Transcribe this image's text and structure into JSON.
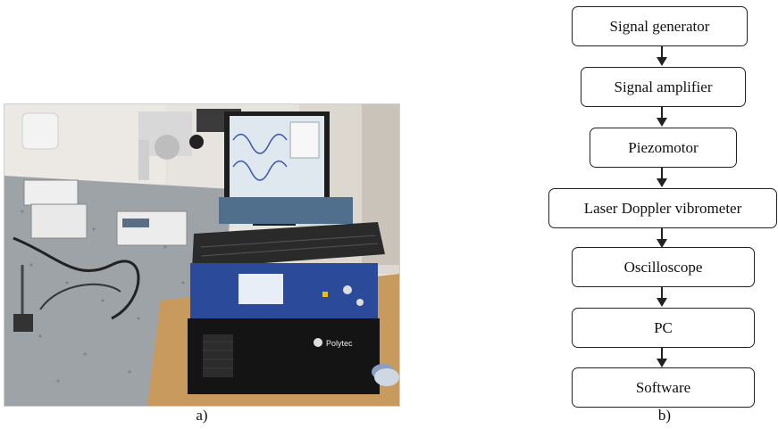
{
  "captions": {
    "a": "a)",
    "b": "b)"
  },
  "flow": {
    "steps": [
      "Signal generator",
      "Signal amplifier",
      "Piezomotor",
      "Laser Doppler vibrometer",
      "Oscilloscope",
      "PC",
      "Software"
    ]
  },
  "photo": {
    "description_icon": "lab-setup-photo",
    "device_brand": "Polytec"
  }
}
